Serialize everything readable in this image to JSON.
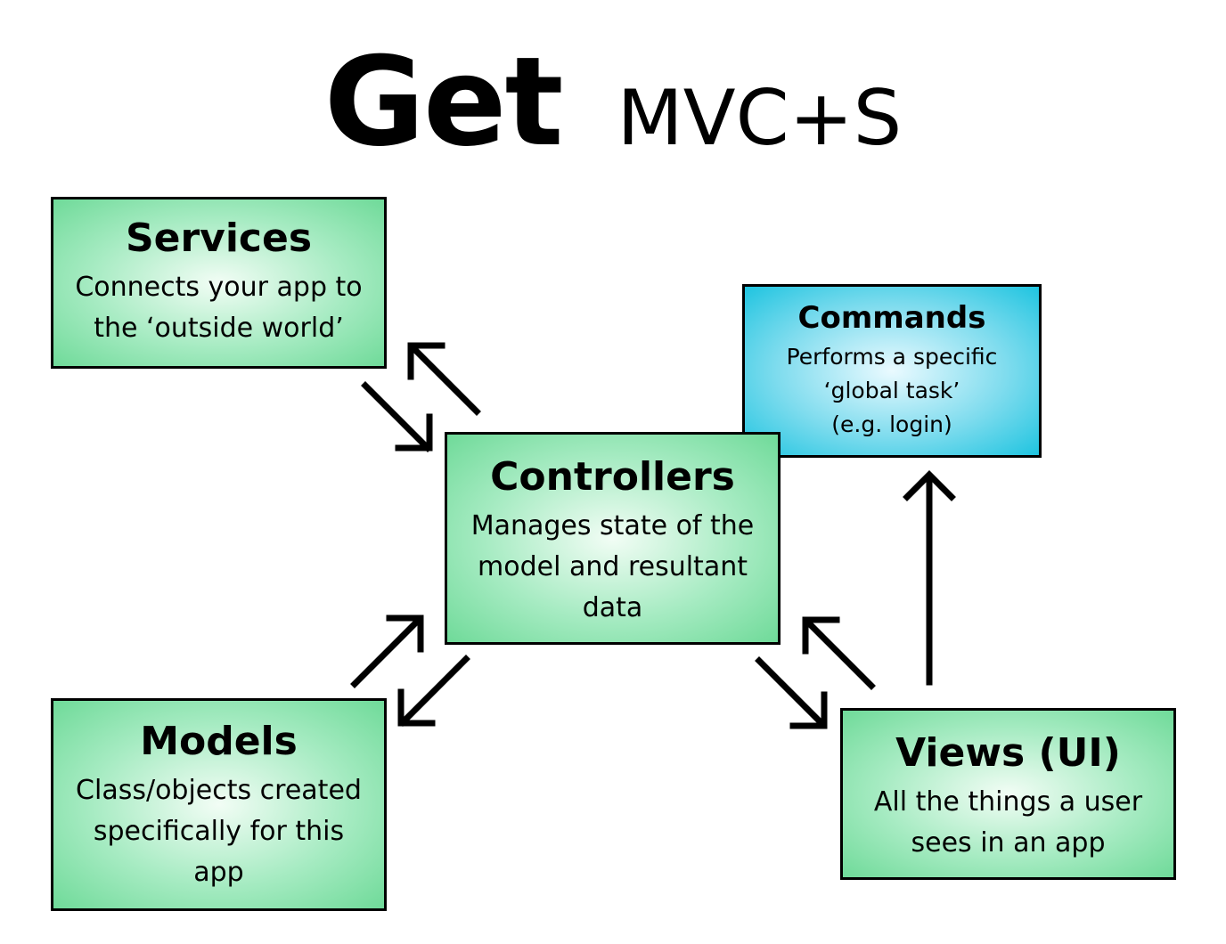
{
  "title": {
    "main": "Get",
    "sub": "MVC+S"
  },
  "boxes": {
    "services": {
      "title": "Services",
      "desc_line1": "Connects your app to",
      "desc_line2": "the ‘outside world’"
    },
    "controllers": {
      "title": "Controllers",
      "desc_line1": "Manages state of the",
      "desc_line2": "model and resultant",
      "desc_line3": "data"
    },
    "commands": {
      "title": "Commands",
      "desc_line1": "Performs a specific",
      "desc_line2": "‘global task’",
      "desc_line3": "(e.g. login)"
    },
    "models": {
      "title": "Models",
      "desc_line1": "Class/objects created",
      "desc_line2": "specifically for this",
      "desc_line3": "app"
    },
    "views": {
      "title": "Views (UI)",
      "desc_line1": "All the things a user",
      "desc_line2": "sees in an app"
    }
  },
  "colors": {
    "component_fill": "#6fda99",
    "command_fill": "#1fc4e0",
    "border": "#000000",
    "arrow": "#000000"
  }
}
